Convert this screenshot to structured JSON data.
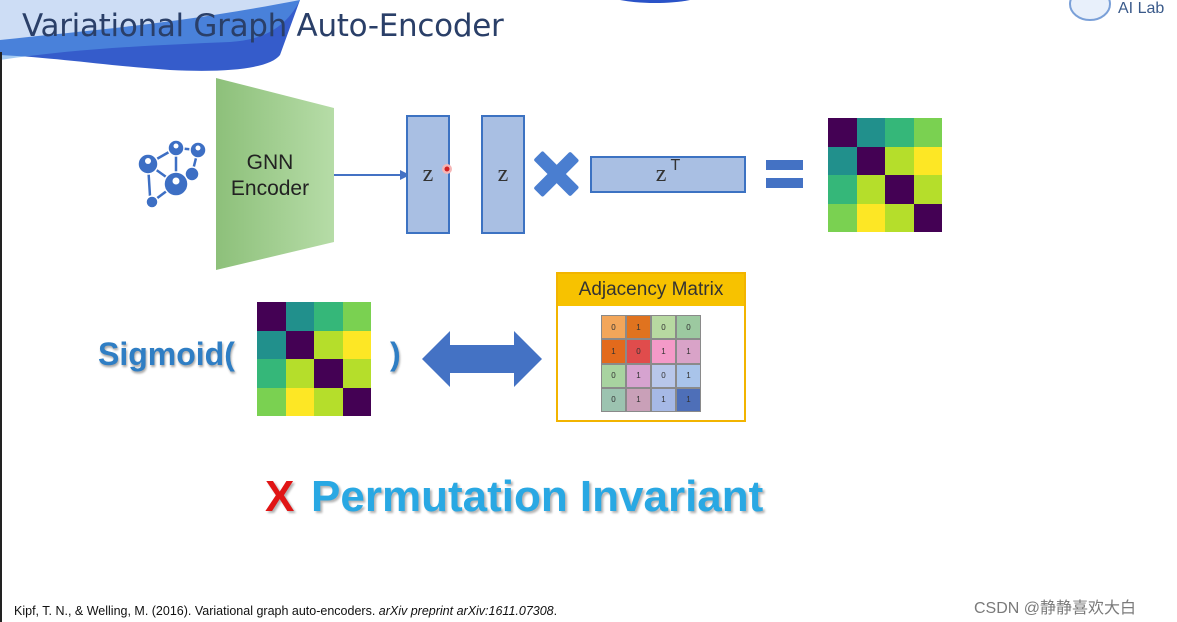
{
  "slide": {
    "title": "Variational Graph Auto-Encoder",
    "lab_logo_text": "AI Lab"
  },
  "encoder": {
    "label_line1": "GNN",
    "label_line2": "Encoder"
  },
  "z_boxes": {
    "z1": "z",
    "z2": "z",
    "zt_base": "z",
    "zt_sup": "T"
  },
  "colors": {
    "viridis_dark": "#440154",
    "viridis_teal": "#21908c",
    "viridis_green": "#35b779",
    "viridis_lime": "#7ad151",
    "viridis_yellowgreen": "#b5de2b",
    "viridis_yellow": "#fde725",
    "encoder_green": "#9ccc8c",
    "z_fill": "#a9bfe3",
    "accent_blue": "#4472c4",
    "x_red": "#e01515",
    "perm_blue": "#29a8e3"
  },
  "output_matrix": [
    [
      "#440154",
      "#21908c",
      "#35b779",
      "#7ad151"
    ],
    [
      "#21908c",
      "#440154",
      "#b5de2b",
      "#fde725"
    ],
    [
      "#35b779",
      "#b5de2b",
      "#440154",
      "#b5de2b"
    ],
    [
      "#7ad151",
      "#fde725",
      "#b5de2b",
      "#440154"
    ]
  ],
  "sigmoid": {
    "open": "Sigmoid(",
    "close": ")"
  },
  "adjacency": {
    "title": "Adjacency Matrix",
    "values": [
      [
        "0",
        "1",
        "0",
        "0"
      ],
      [
        "1",
        "0",
        "1",
        "1"
      ],
      [
        "0",
        "1",
        "0",
        "1"
      ],
      [
        "0",
        "1",
        "1",
        "1"
      ]
    ],
    "cell_colors": [
      [
        "#f2a65a",
        "#e0731f",
        "#b7d9a1",
        "#9cc9a0"
      ],
      [
        "#e36a1c",
        "#e04c4c",
        "#f49ac8",
        "#d9a3c8"
      ],
      [
        "#a8d3a0",
        "#d6a3d0",
        "#b8c7ea",
        "#a9c4ea"
      ],
      [
        "#9cc3b0",
        "#c9a0b8",
        "#a6b9e6",
        "#4e6fb8"
      ]
    ]
  },
  "conclusion": {
    "x_mark": "X",
    "text": "Permutation Invariant"
  },
  "citation": {
    "authors": "Kipf, T. N., & Welling, M. (2016). Variational graph auto-encoders. ",
    "venue": "arXiv preprint arXiv:1611.07308",
    "end": "."
  },
  "watermark": "CSDN @静静喜欢大白"
}
